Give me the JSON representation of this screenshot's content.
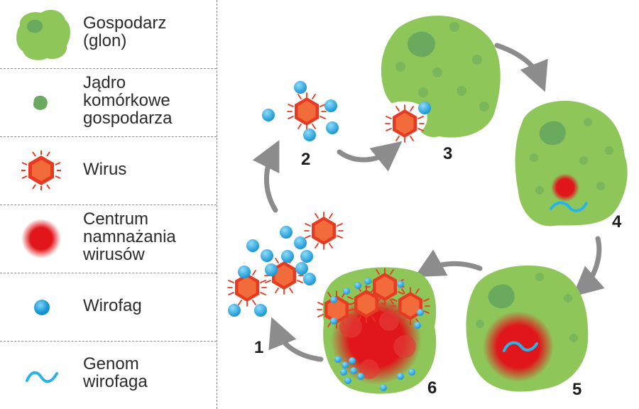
{
  "legend": {
    "host": "Gospodarz\n(glon)",
    "nucleus": "Jądro\nkomórkowe\ngospodarza",
    "virus": "Wirus",
    "replication_center": "Centrum\nnamnażania\nwirusów",
    "virophage": "Wirofag",
    "virophage_genome": "Genom\nwirofaga"
  },
  "steps": [
    "1",
    "2",
    "3",
    "4",
    "5",
    "6"
  ],
  "colors": {
    "host": "#8fc65a",
    "nucleus": "#6aaa5e",
    "virus": "#e63a22",
    "replication_center": "#e0161b",
    "virophage": "#1ea9e1",
    "genome": "#29b4e8",
    "arrow": "#8c8c8c"
  }
}
